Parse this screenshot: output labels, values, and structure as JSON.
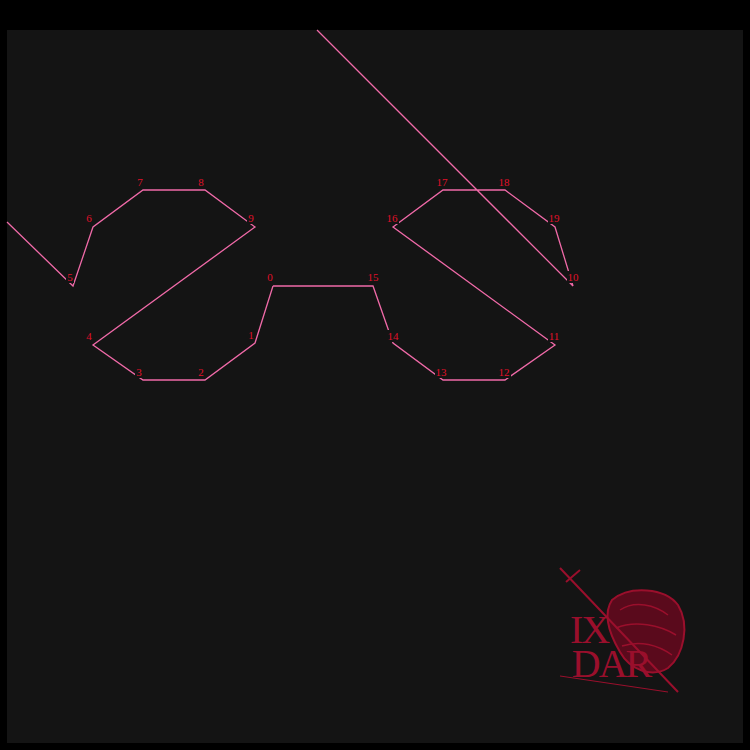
{
  "diagram": {
    "labels": [
      "0",
      "1",
      "2",
      "3",
      "4",
      "5",
      "6",
      "7",
      "8",
      "9",
      "10",
      "11",
      "12",
      "13",
      "14",
      "15",
      "16",
      "17",
      "18",
      "19",
      "IX",
      "DAR"
    ]
  }
}
